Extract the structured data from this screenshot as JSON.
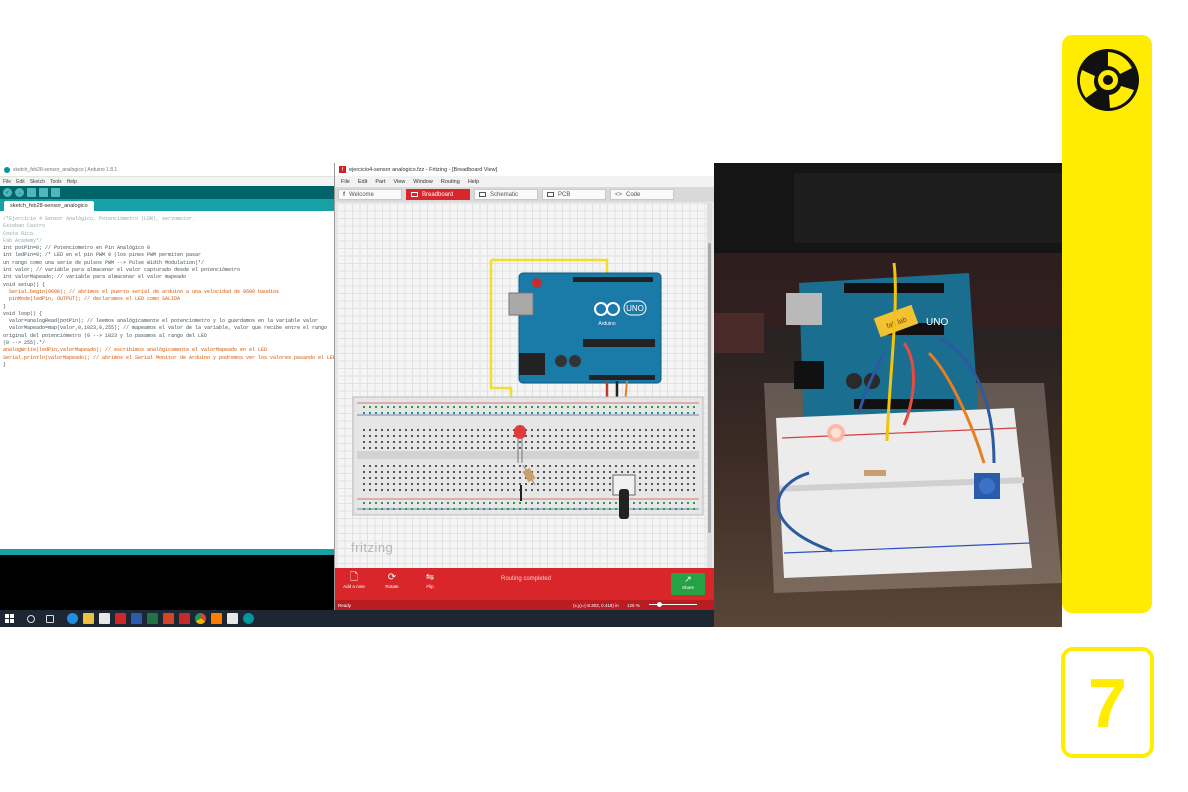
{
  "slide": {
    "page_number": "7"
  },
  "arduino_ide": {
    "window_title": "sketch_feb28-sensor_analogico | Arduino 1.8.1",
    "menu": [
      "File",
      "Edit",
      "Sketch",
      "Tools",
      "Help"
    ],
    "tab": "sketch_feb28-sensor_analogico",
    "code_lines": [
      "/*Ejercicio 4 Sensor Analógico, Potenciómetro (LDR), servomotor.",
      "Esteban Castro",
      "Costa Rica",
      "Fab Academy*/",
      "",
      "",
      "int potPin=0; // Potenciometro en Pin Analógico 0",
      "int ledPin=9; /* LED en el pin PWM 9 (los pines PWM permiten pasar",
      "un rango como una serie de pulsos PWM --> Pulse Width Modulation)*/",
      "int valor; // variable para almacenar el valor capturado desde el potenciómetro",
      "int valorMapeado; // variable para almacenar el valor mapeado",
      "",
      "",
      "void setup() {",
      "  Serial.begin(9600); // abrimos el puerto serial de arduino a una velocidad de 9600 baudios",
      "  pinMode(ledPin, OUTPUT); // declaramos el LED como SALIDA",
      "",
      "}",
      "",
      "void loop() {",
      "  valor=analogRead(potPin); // leemos analógicamente el potenciometro y lo guardamos en la variable valor",
      "  valorMapeado=map(valor,0,1023,0,255); // mapeamos el valor de la variable, valor que recibe entre el rango",
      "original del potenciómetro (0 --> 1023 y lo pasamos al rango del LED",
      "(0 --> 255).*/",
      "analogWrite(ledPin,valorMapeado); // escribimos analógicamente el valorMapeado en el LED",
      "Serial.println(valorMapeado); // abrimos el Serial Monitor de Arduino y podremos ver los valores pasando el LED",
      "",
      "}"
    ]
  },
  "fritzing": {
    "window_title": "ejercicio4-sensor analogico.fzz - Fritzing - [Breadboard View]",
    "menu": [
      "File",
      "Edit",
      "Part",
      "View",
      "Window",
      "Routing",
      "Help"
    ],
    "tabs": [
      {
        "label": "Welcome",
        "icon": "fritzing-f-icon"
      },
      {
        "label": "Breadboard",
        "icon": "breadboard-icon",
        "active": true
      },
      {
        "label": "Schematic",
        "icon": "schematic-icon"
      },
      {
        "label": "PCB",
        "icon": "pcb-icon"
      },
      {
        "label": "Code",
        "icon": "code-icon"
      }
    ],
    "watermark": "fritzing",
    "arduino_label": "UNO",
    "arduino_brand": "Arduino",
    "bottom_buttons": [
      {
        "label": "Add a note",
        "icon": "note-icon"
      },
      {
        "label": "Rotate",
        "icon": "rotate-icon"
      },
      {
        "label": "Flip",
        "icon": "flip-icon"
      }
    ],
    "routing_status": "Routing completed",
    "share_label": "Share",
    "status_text": "Ready",
    "coords_text": "(x,y)=(-8.303, 0.418) in",
    "zoom_text": "125 %"
  },
  "photo": {
    "sticker_text": "fab lab",
    "board_label": "UNO"
  },
  "colors": {
    "accent_yellow": "#ffec00",
    "fritzing_red": "#d9262b",
    "arduino_teal": "#00979c",
    "arduino_blue": "#1a7aa8"
  }
}
